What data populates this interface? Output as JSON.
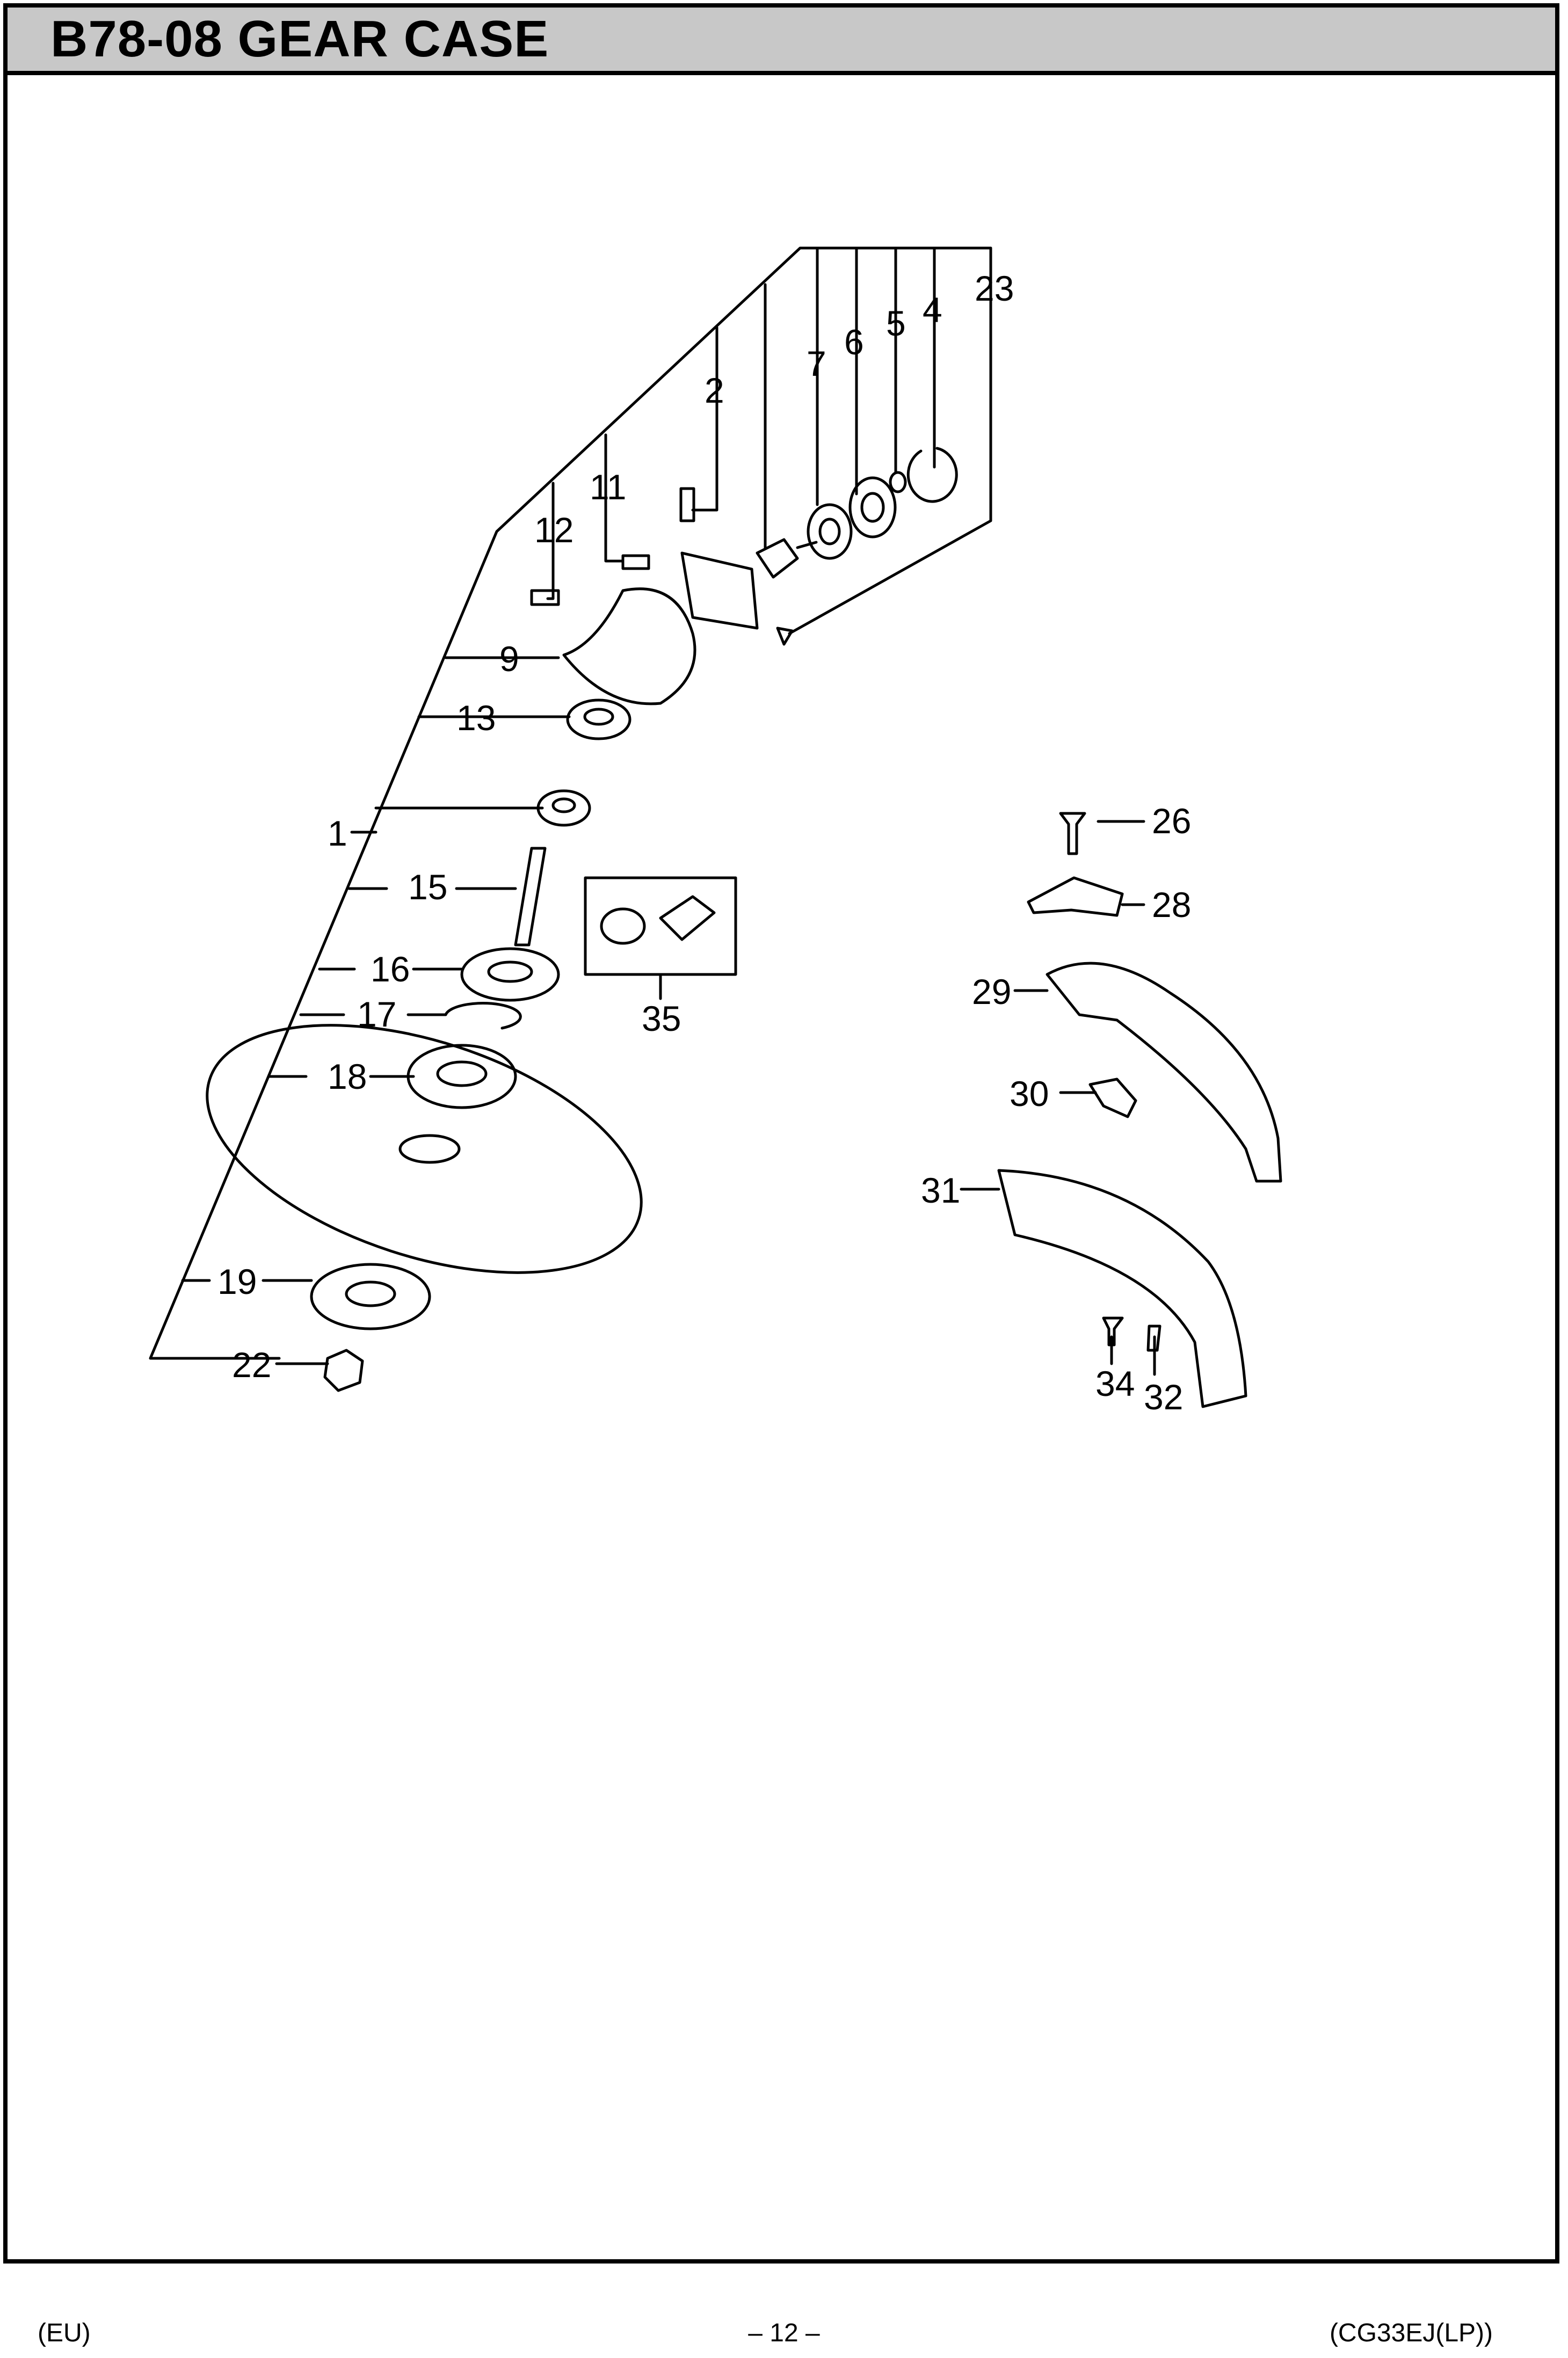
{
  "header": {
    "title": "B78-08 GEAR CASE"
  },
  "callouts": {
    "c23": "23",
    "c4": "4",
    "c5": "5",
    "c6": "6",
    "c7": "7",
    "c2": "2",
    "c11": "11",
    "c12": "12",
    "c9": "9",
    "c13": "13",
    "c1": "1",
    "c15": "15",
    "c16": "16",
    "c17": "17",
    "c18": "18",
    "c19": "19",
    "c22": "22",
    "c35": "35",
    "c26": "26",
    "c28": "28",
    "c29": "29",
    "c30": "30",
    "c31": "31",
    "c34": "34",
    "c32": "32"
  },
  "footer": {
    "left": "(EU)",
    "center": "– 12 –",
    "right": "(CG33EJ(LP))"
  }
}
